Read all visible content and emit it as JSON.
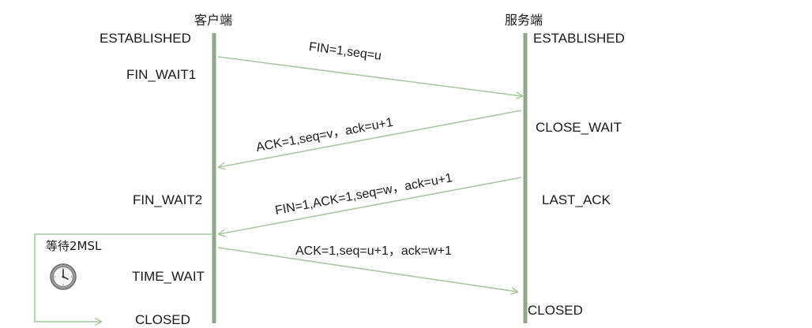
{
  "diagram": {
    "client": {
      "title": "客户端",
      "states": {
        "established": "ESTABLISHED",
        "fin_wait1": "FIN_WAIT1",
        "fin_wait2": "FIN_WAIT2",
        "time_wait": "TIME_WAIT",
        "closed": "CLOSED"
      }
    },
    "server": {
      "title": "服务端",
      "states": {
        "established": "ESTABLISHED",
        "close_wait": "CLOSE_WAIT",
        "last_ack": "LAST_ACK",
        "closed": "CLOSED"
      }
    },
    "messages": [
      "FIN=1,seq=u",
      "ACK=1,seq=v，ack=u+1",
      "FIN=1,ACK=1,seq=w，ack=u+1",
      "ACK=1,seq=u+1，ack=w+1"
    ],
    "wait_label": "等待2MSL",
    "colors": {
      "line": "#8fa88a",
      "arrow": "#a8c7a0",
      "text": "#1a1a1a"
    },
    "icons": {
      "timer": "clock-icon"
    }
  }
}
